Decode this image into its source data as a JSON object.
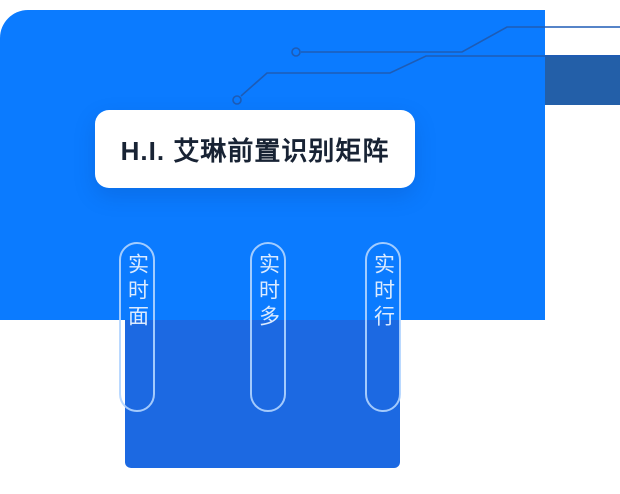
{
  "title_card": {
    "title": "H.I. 艾琳前置识别矩阵"
  },
  "feature_pills": {
    "items": [
      {
        "label": "实时面"
      },
      {
        "label": "实时多"
      },
      {
        "label": "实时行"
      }
    ]
  },
  "colors": {
    "panel_blue": "#0b7bff",
    "accent_dark_blue": "#235fa8",
    "bottom_blue": "#1c69e2",
    "pill_outline": "#b2d5ff",
    "pill_text": "#dcebff",
    "circuit_line": "#1e5cb5",
    "card_bg": "#ffffff",
    "card_text": "#182334"
  }
}
